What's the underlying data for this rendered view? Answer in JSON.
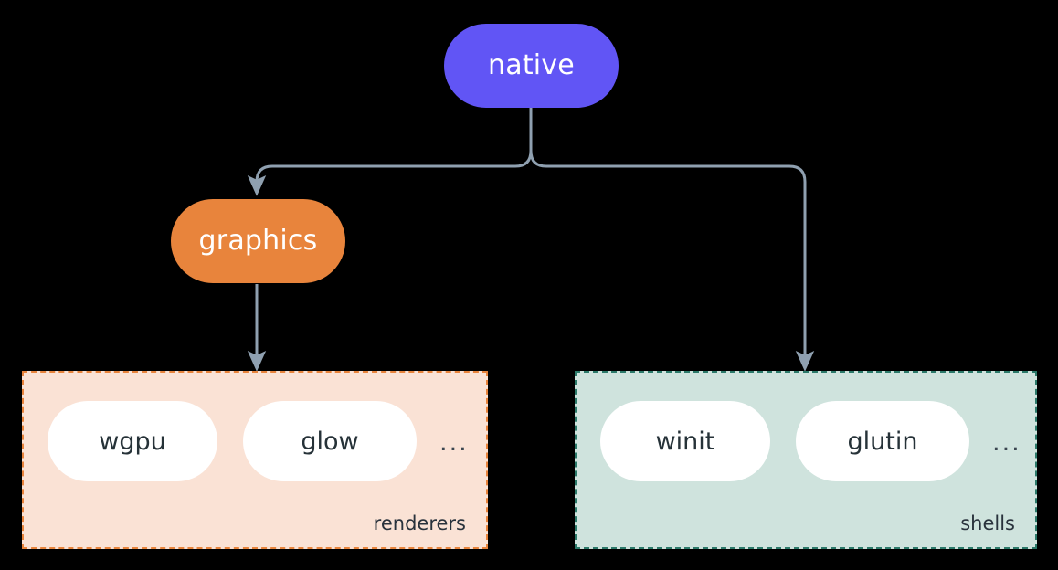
{
  "diagram": {
    "type": "flowchart",
    "background_color": "#000000",
    "edge_color": "#8fa0b0",
    "nodes": [
      {
        "id": "native",
        "label": "native",
        "shape": "stadium",
        "fill": "#6155f5",
        "text_color": "#ffffff"
      },
      {
        "id": "graphics",
        "label": "graphics",
        "shape": "stadium",
        "fill": "#e8843c",
        "text_color": "#ffffff"
      }
    ],
    "clusters": [
      {
        "id": "renderers",
        "title": "renderers",
        "fill": "#fae2d5",
        "border_color": "#e8843c",
        "border_style": "dashed",
        "title_color": "#29323c",
        "items": [
          {
            "id": "wgpu",
            "label": "wgpu"
          },
          {
            "id": "glow",
            "label": "glow"
          }
        ],
        "overflow_label": "..."
      },
      {
        "id": "shells",
        "title": "shells",
        "fill": "#cfe3dd",
        "border_color": "#2c7a6a",
        "border_style": "dashed",
        "title_color": "#29323c",
        "items": [
          {
            "id": "winit",
            "label": "winit"
          },
          {
            "id": "glutin",
            "label": "glutin"
          }
        ],
        "overflow_label": "..."
      }
    ],
    "edges": [
      {
        "from": "native",
        "to": "graphics",
        "arrow": true
      },
      {
        "from": "native",
        "to": "shells",
        "arrow": true
      },
      {
        "from": "graphics",
        "to": "renderers",
        "arrow": true
      }
    ]
  }
}
